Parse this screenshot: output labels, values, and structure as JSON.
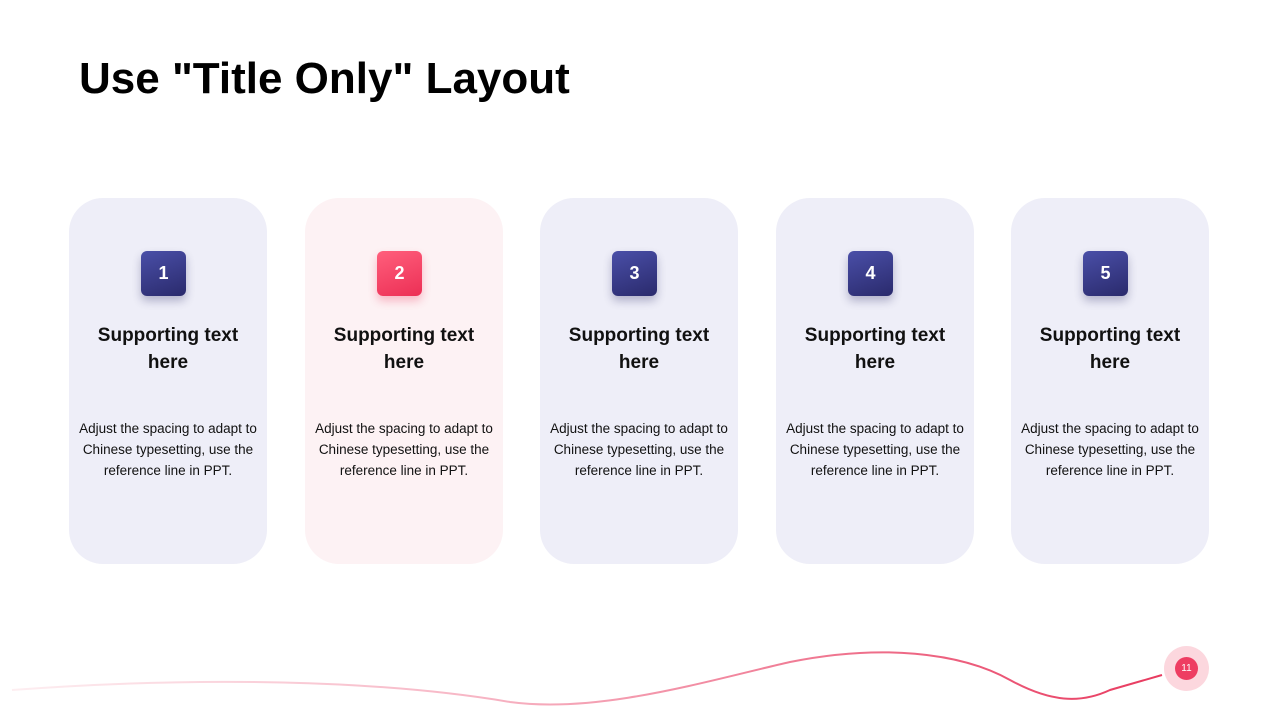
{
  "slide": {
    "title": "Use \"Title Only\" Layout",
    "page_number": "11"
  },
  "cards": [
    {
      "number": "1",
      "heading_line1": "Supporting text",
      "heading_line2": "here",
      "body_line1": "Adjust the spacing to adapt to",
      "body_line2": "Chinese  typesetting, use the",
      "body_line3": "reference line in PPT.",
      "highlighted": false
    },
    {
      "number": "2",
      "heading_line1": "Supporting text",
      "heading_line2": "here",
      "body_line1": "Adjust the spacing to adapt to",
      "body_line2": "Chinese  typesetting, use the",
      "body_line3": "reference line in PPT.",
      "highlighted": true
    },
    {
      "number": "3",
      "heading_line1": "Supporting text",
      "heading_line2": "here",
      "body_line1": "Adjust the spacing to adapt to",
      "body_line2": "Chinese  typesetting, use the",
      "body_line3": "reference line in PPT.",
      "highlighted": false
    },
    {
      "number": "4",
      "heading_line1": "Supporting text",
      "heading_line2": "here",
      "body_line1": "Adjust the spacing to adapt to",
      "body_line2": "Chinese  typesetting, use the",
      "body_line3": "reference line in PPT.",
      "highlighted": false
    },
    {
      "number": "5",
      "heading_line1": "Supporting text",
      "heading_line2": "here",
      "body_line1": "Adjust the spacing to adapt to",
      "body_line2": "Chinese  typesetting, use the",
      "body_line3": "reference line in PPT.",
      "highlighted": false
    }
  ],
  "colors": {
    "card_background": "#eeeef8",
    "card_highlight_background": "#fdf2f4",
    "badge_navy": "#2a2a6c",
    "accent_pink": "#ee3d62",
    "wave_light": "#fbd3dc"
  }
}
